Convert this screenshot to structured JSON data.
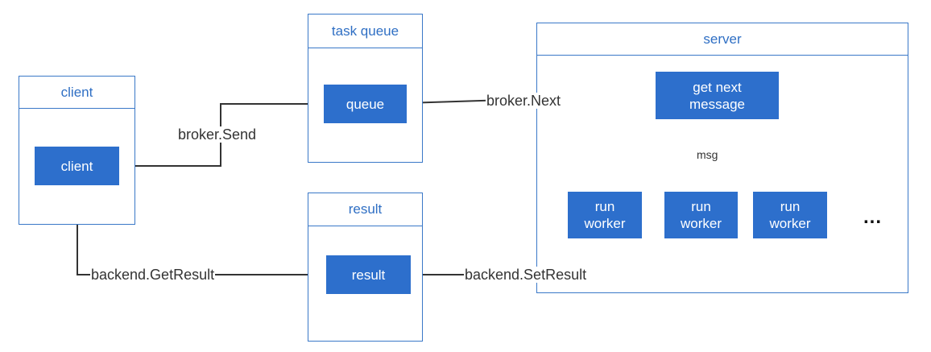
{
  "containers": {
    "client": {
      "title": "client"
    },
    "task_queue": {
      "title": "task queue"
    },
    "result": {
      "title": "result"
    },
    "server": {
      "title": "server"
    }
  },
  "nodes": {
    "client": "client",
    "queue": "queue",
    "result": "result",
    "get_next_message": "get next\nmessage",
    "run_worker_1": "run\nworker",
    "run_worker_2": "run\nworker",
    "run_worker_3": "run\nworker",
    "more_workers": "..."
  },
  "edges": {
    "broker_send": "broker.Send",
    "broker_next": "broker.Next",
    "msg": "msg",
    "backend_set_result": "backend.SetResult",
    "backend_get_result": "backend.GetResult"
  },
  "colors": {
    "container_border": "#3a78c8",
    "container_title": "#2f6fc4",
    "node_fill": "#2d6fcc",
    "node_text": "#ffffff",
    "connector": "#333333"
  }
}
